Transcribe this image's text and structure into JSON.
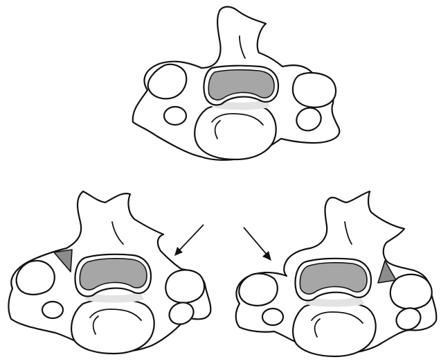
{
  "figure": {
    "panels": [
      {
        "id": "top",
        "label": ""
      },
      {
        "id": "bottom-left",
        "label": ""
      },
      {
        "id": "bottom-right",
        "label": ""
      }
    ],
    "colors": {
      "outline": "#111111",
      "bone_fill": "#ffffff",
      "canal_fill": "#a6a6a6",
      "canal_shade": "#e3e3e3",
      "wedge_fill": "#8c8c8c",
      "arrow": "#111111"
    }
  }
}
